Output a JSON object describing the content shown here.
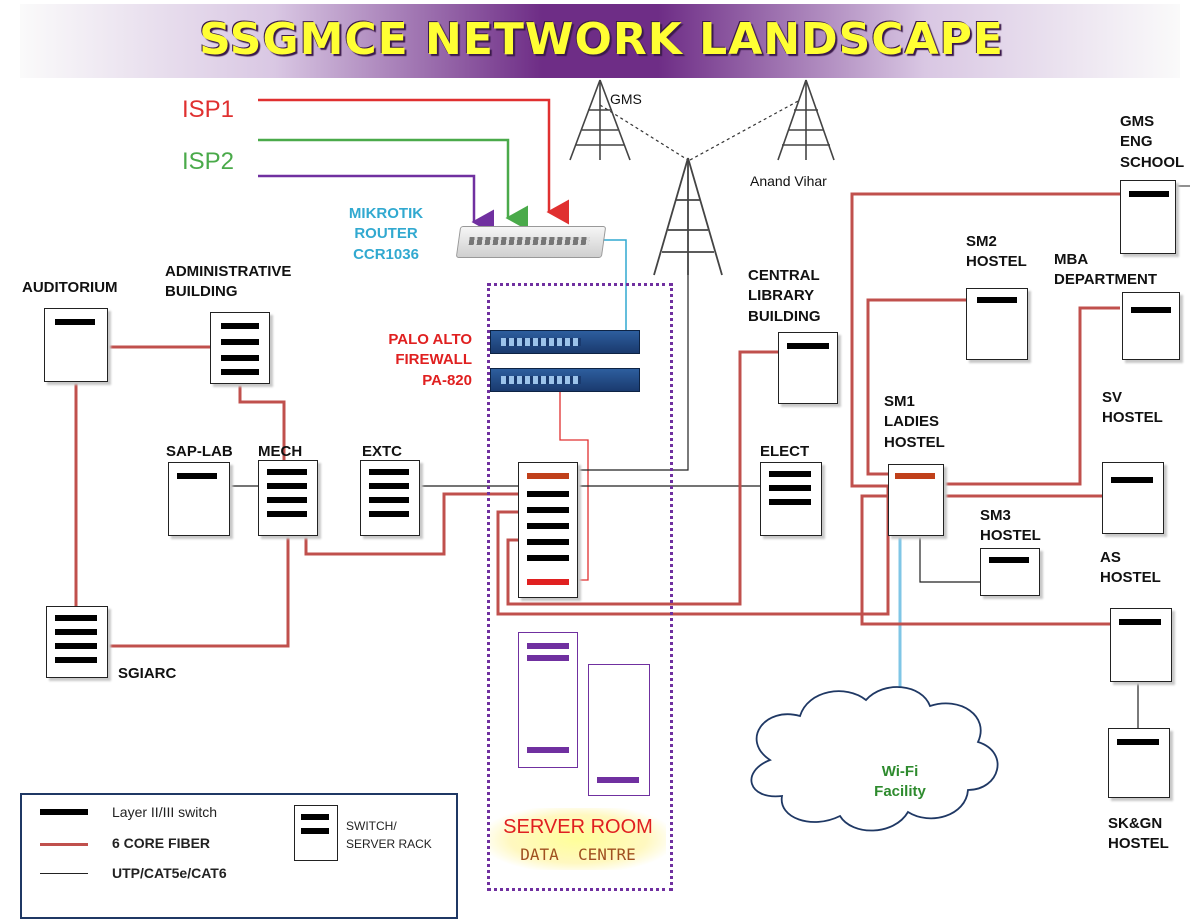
{
  "title": "SSGMCE NETWORK LANDSCAPE",
  "isp": {
    "isp1": "ISP1",
    "isp2": "ISP2"
  },
  "router": {
    "line1": "MIKROTIK",
    "line2": "ROUTER",
    "line3": "CCR1036"
  },
  "firewall": {
    "line1": "PALO ALTO",
    "line2": "FIREWALL",
    "line3": "PA-820"
  },
  "towers": {
    "gms": "GMS",
    "anand_vihar": "Anand Vihar"
  },
  "buildings": {
    "auditorium": "AUDITORIUM",
    "admin": [
      "ADMINISTRATIVE",
      "BUILDING"
    ],
    "sap_lab": "SAP-LAB",
    "mech": "MECH",
    "extc": "EXTC",
    "sgiarc": "SGIARC",
    "elect": "ELECT",
    "central_library": [
      "CENTRAL",
      "LIBRARY",
      "BUILDING"
    ],
    "sm1": [
      "SM1",
      "LADIES",
      "HOSTEL"
    ],
    "sm2": [
      "SM2",
      "HOSTEL"
    ],
    "sm3": [
      "SM3",
      "HOSTEL"
    ],
    "mba": [
      "MBA",
      "DEPARTMENT"
    ],
    "gms_eng": [
      "GMS",
      "ENG",
      "SCHOOL"
    ],
    "sv": [
      "SV",
      "HOSTEL"
    ],
    "as": [
      "AS",
      "HOSTEL"
    ],
    "skgn": [
      "SK&GN",
      "HOSTEL"
    ]
  },
  "server_room": {
    "line1": "SERVER ROOM",
    "line2": "DATA  CENTRE"
  },
  "wifi": {
    "line1": "Wi-Fi",
    "line2": "Facility"
  },
  "legend": {
    "switch": "Layer II/III switch",
    "fiber": "6 CORE FIBER",
    "utp": "UTP/CAT5e/CAT6",
    "rack_line1": "SWITCH/",
    "rack_line2": "SERVER RACK"
  },
  "colors": {
    "fiber": "#c0504d",
    "isp1": "#e03030",
    "isp2": "#4aaa4a",
    "isp_purple": "#7030a0",
    "router_label": "#31a9d0",
    "firewall_label": "#e02020",
    "wifi_link": "#7fc6e6",
    "server_room": "#e02020",
    "data_centre": "#a05020",
    "dotted_border": "#7030a0"
  }
}
